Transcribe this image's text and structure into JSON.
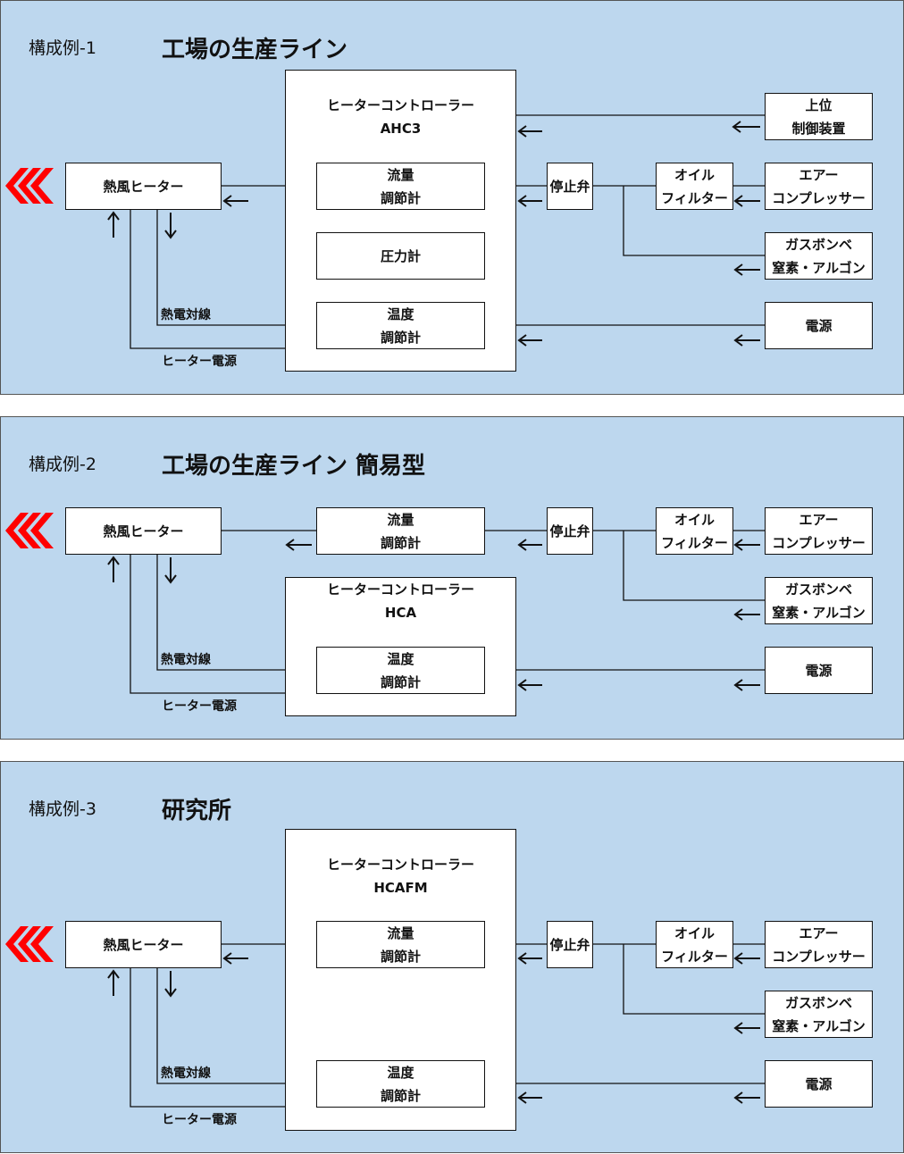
{
  "colors": {
    "panel_bg": "#bdd7ee",
    "chevron": "#ff0000",
    "line": "#111111"
  },
  "panels": [
    {
      "label": "構成例-1",
      "title": "工場の生産ライン",
      "heater": "熱風ヒーター",
      "controller": {
        "name": "ヒーターコントローラー",
        "model": "AHC3"
      },
      "flow_meter": [
        "流量",
        "調節計"
      ],
      "pressure_gauge": "圧力計",
      "temp_controller": [
        "温度",
        "調節計"
      ],
      "stop_valve": "停止弁",
      "oil_filter": [
        "オイル",
        "フィルター"
      ],
      "upper_control": [
        "上位",
        "制御装置"
      ],
      "air_compressor": [
        "エアー",
        "コンプレッサー"
      ],
      "gas_cylinder": [
        "ガスボンベ",
        "窒素・アルゴン"
      ],
      "power": "電源",
      "thermocouple": "熱電対線",
      "heater_power": "ヒーター電源"
    },
    {
      "label": "構成例-2",
      "title": "工場の生産ライン 簡易型",
      "heater": "熱風ヒーター",
      "controller": {
        "name": "ヒーターコントローラー",
        "model": "HCA"
      },
      "flow_meter": [
        "流量",
        "調節計"
      ],
      "temp_controller": [
        "温度",
        "調節計"
      ],
      "stop_valve": "停止弁",
      "oil_filter": [
        "オイル",
        "フィルター"
      ],
      "air_compressor": [
        "エアー",
        "コンプレッサー"
      ],
      "gas_cylinder": [
        "ガスボンベ",
        "窒素・アルゴン"
      ],
      "power": "電源",
      "thermocouple": "熱電対線",
      "heater_power": "ヒーター電源"
    },
    {
      "label": "構成例-3",
      "title": "研究所",
      "heater": "熱風ヒーター",
      "controller": {
        "name": "ヒーターコントローラー",
        "model": "HCAFM"
      },
      "flow_meter": [
        "流量",
        "調節計"
      ],
      "temp_controller": [
        "温度",
        "調節計"
      ],
      "stop_valve": "停止弁",
      "oil_filter": [
        "オイル",
        "フィルター"
      ],
      "air_compressor": [
        "エアー",
        "コンプレッサー"
      ],
      "gas_cylinder": [
        "ガスボンベ",
        "窒素・アルゴン"
      ],
      "power": "電源",
      "thermocouple": "熱電対線",
      "heater_power": "ヒーター電源"
    }
  ]
}
